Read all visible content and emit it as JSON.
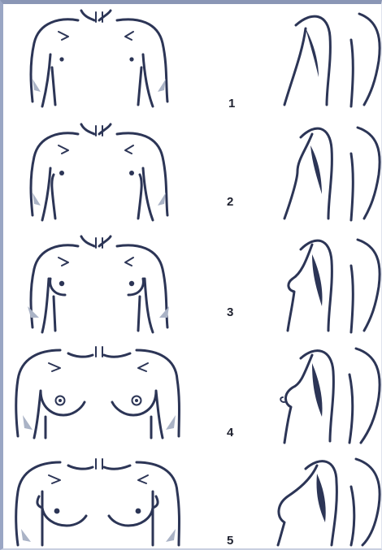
{
  "colors": {
    "line": "#2c3556",
    "shadow": "#aab3c6",
    "frame": "#8a96b5",
    "label": "#1f2230"
  },
  "stages": [
    {
      "label": "1"
    },
    {
      "label": "2"
    },
    {
      "label": "3"
    },
    {
      "label": "4"
    },
    {
      "label": "5"
    }
  ]
}
